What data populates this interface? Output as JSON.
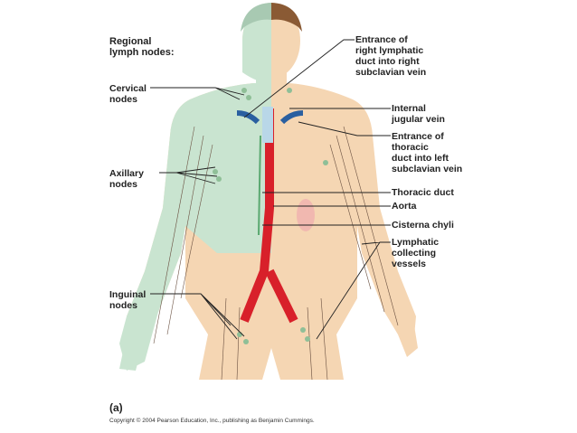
{
  "title": "Regional\nlymph nodes:",
  "left_labels": [
    {
      "id": "cervical",
      "text": "Cervical\nnodes"
    },
    {
      "id": "axillary",
      "text": "Axillary\nnodes"
    },
    {
      "id": "inguinal",
      "text": "Inguinal\nnodes"
    }
  ],
  "right_labels": [
    {
      "id": "right-lymphatic-duct",
      "text": "Entrance of\nright lymphatic\nduct into right\nsubclavian vein"
    },
    {
      "id": "internal-jugular",
      "text": "Internal\njugular vein"
    },
    {
      "id": "thoracic-duct-entrance",
      "text": "Entrance of\nthoracic\nduct into left\nsubclavian vein"
    },
    {
      "id": "thoracic-duct",
      "text": "Thoracic duct"
    },
    {
      "id": "aorta",
      "text": "Aorta"
    },
    {
      "id": "cisterna-chyli",
      "text": "Cisterna chyli"
    },
    {
      "id": "lymphatic-vessels",
      "text": "Lymphatic\ncollecting\nvessels"
    }
  ],
  "panel_label": "(a)",
  "copyright": "Copyright © 2004 Pearson Education, Inc., publishing as Benjamin Cummings.",
  "colors": {
    "skin": "#f5d6b3",
    "lymph_green": "#c9e4d0",
    "aorta": "#d8202a",
    "vein": "#2a5fa0",
    "node": "#8fbf97",
    "hair": "#8a5a34"
  }
}
